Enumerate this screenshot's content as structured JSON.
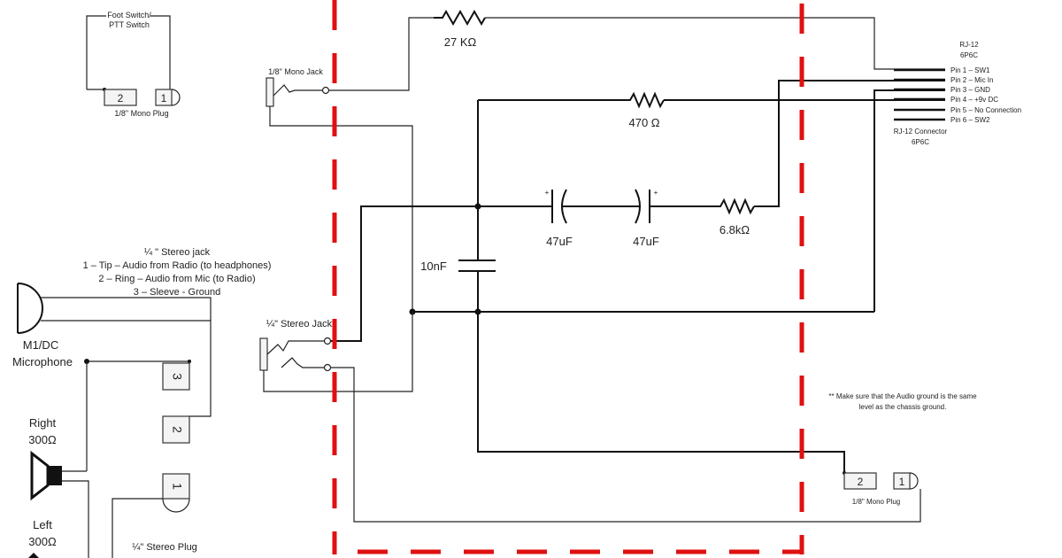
{
  "labels": {
    "foot_switch_1": "Foot Switch/",
    "foot_switch_2": "PTT Switch",
    "top_plug": "1/8\" Mono Plug",
    "plug_pin_2": "2",
    "plug_pin_1": "1",
    "mono_jack": "1/8\" Mono Jack",
    "r27k": "27 KΩ",
    "r470": "470 Ω",
    "c47a": "47uF",
    "c47b": "47uF",
    "r6k8": "6.8kΩ",
    "c10n": "10nF",
    "stereo_jack": "¼\" Stereo Jack",
    "jack_desc_1": "¼ \" Stereo jack",
    "jack_desc_2": "1 – Tip – Audio from Radio (to headphones)",
    "jack_desc_3": "2 – Ring – Audio from Mic (to Radio)",
    "jack_desc_4": "3 – Sleeve - Ground",
    "mic_1": "M1/DC",
    "mic_2": "Microphone",
    "right_1": "Right",
    "right_2": "300Ω",
    "left_1": "Left",
    "left_2": "300Ω",
    "pin3_box": "3",
    "pin2_box": "2",
    "pin1_box": "1",
    "stereo_plug": "¼\" Stereo Plug",
    "rj12_1": "RJ-12",
    "rj12_2": "6P6C",
    "pin1": "Pin 1 – SW1",
    "pin2": "Pin 2 – Mic In",
    "pin3": "Pin 3 – GND",
    "pin4": "Pin 4 – +9v DC",
    "pin5": "Pin 5 – No Connection",
    "pin6": "Pin 6 – SW2",
    "rj12_conn_1": "RJ-12 Connector",
    "rj12_conn_2": "6P6C",
    "note_1": "** Make sure that the Audio ground is the same",
    "note_2": "level as the chassis ground.",
    "bottom_plug": "1/8\" Mono Plug",
    "bplug_pin_2": "2",
    "bplug_pin_1": "1",
    "plus_a": "+",
    "plus_b": "+"
  },
  "colors": {
    "enclosure": "#e01010",
    "wire": "#111111"
  }
}
